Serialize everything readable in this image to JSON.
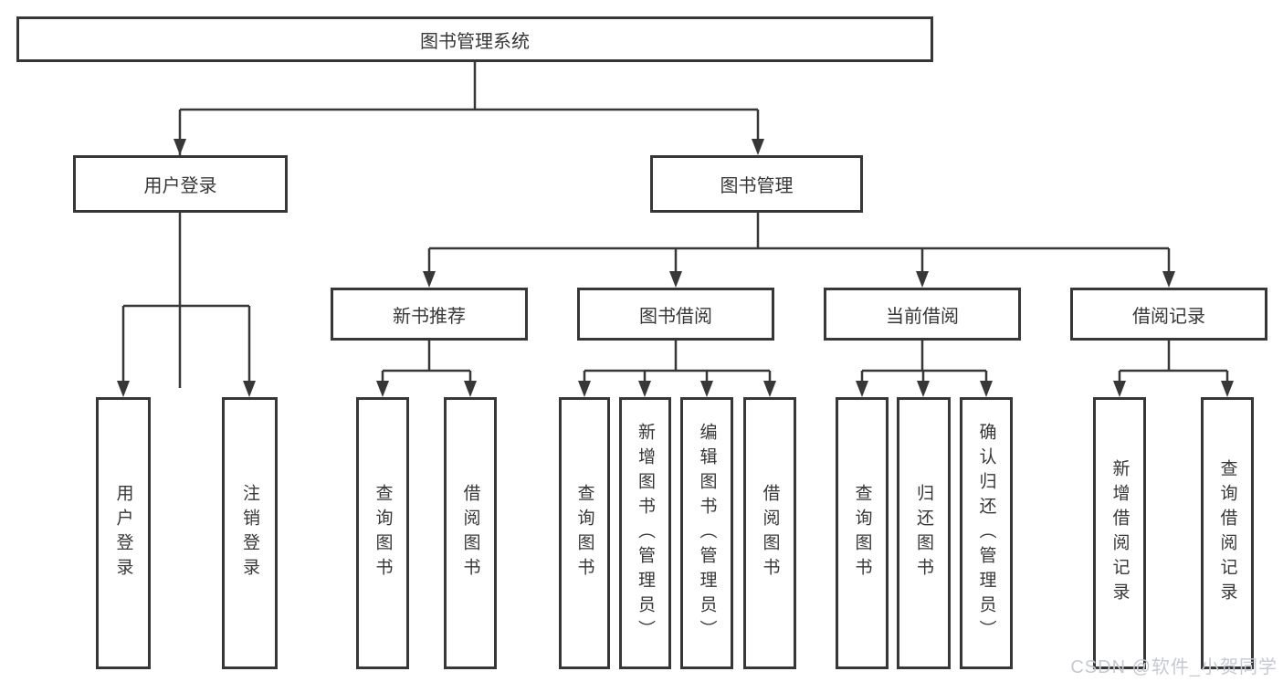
{
  "colors": {
    "line": "#373737",
    "text": "#373737",
    "box_bg": "#ffffff",
    "watermark": "#c6c9d1"
  },
  "nodes": {
    "root": "图书管理系统",
    "level2": [
      "用户登录",
      "图书管理"
    ],
    "level3": [
      "新书推荐",
      "图书借阅",
      "当前借阅",
      "借阅记录"
    ],
    "leaves": {
      "user": [
        "用户登录",
        "注销登录"
      ],
      "recommend": [
        "查询图书",
        "借阅图书"
      ],
      "borrow": [
        "查询图书",
        "新增图书（管理员）",
        "编辑图书（管理员）",
        "借阅图书"
      ],
      "current": [
        "查询图书",
        "归还图书",
        "确认归还（管理员）"
      ],
      "record": [
        "新增借阅记录",
        "查询借阅记录"
      ]
    }
  },
  "watermark": "CSDN @软件_小贺同学"
}
